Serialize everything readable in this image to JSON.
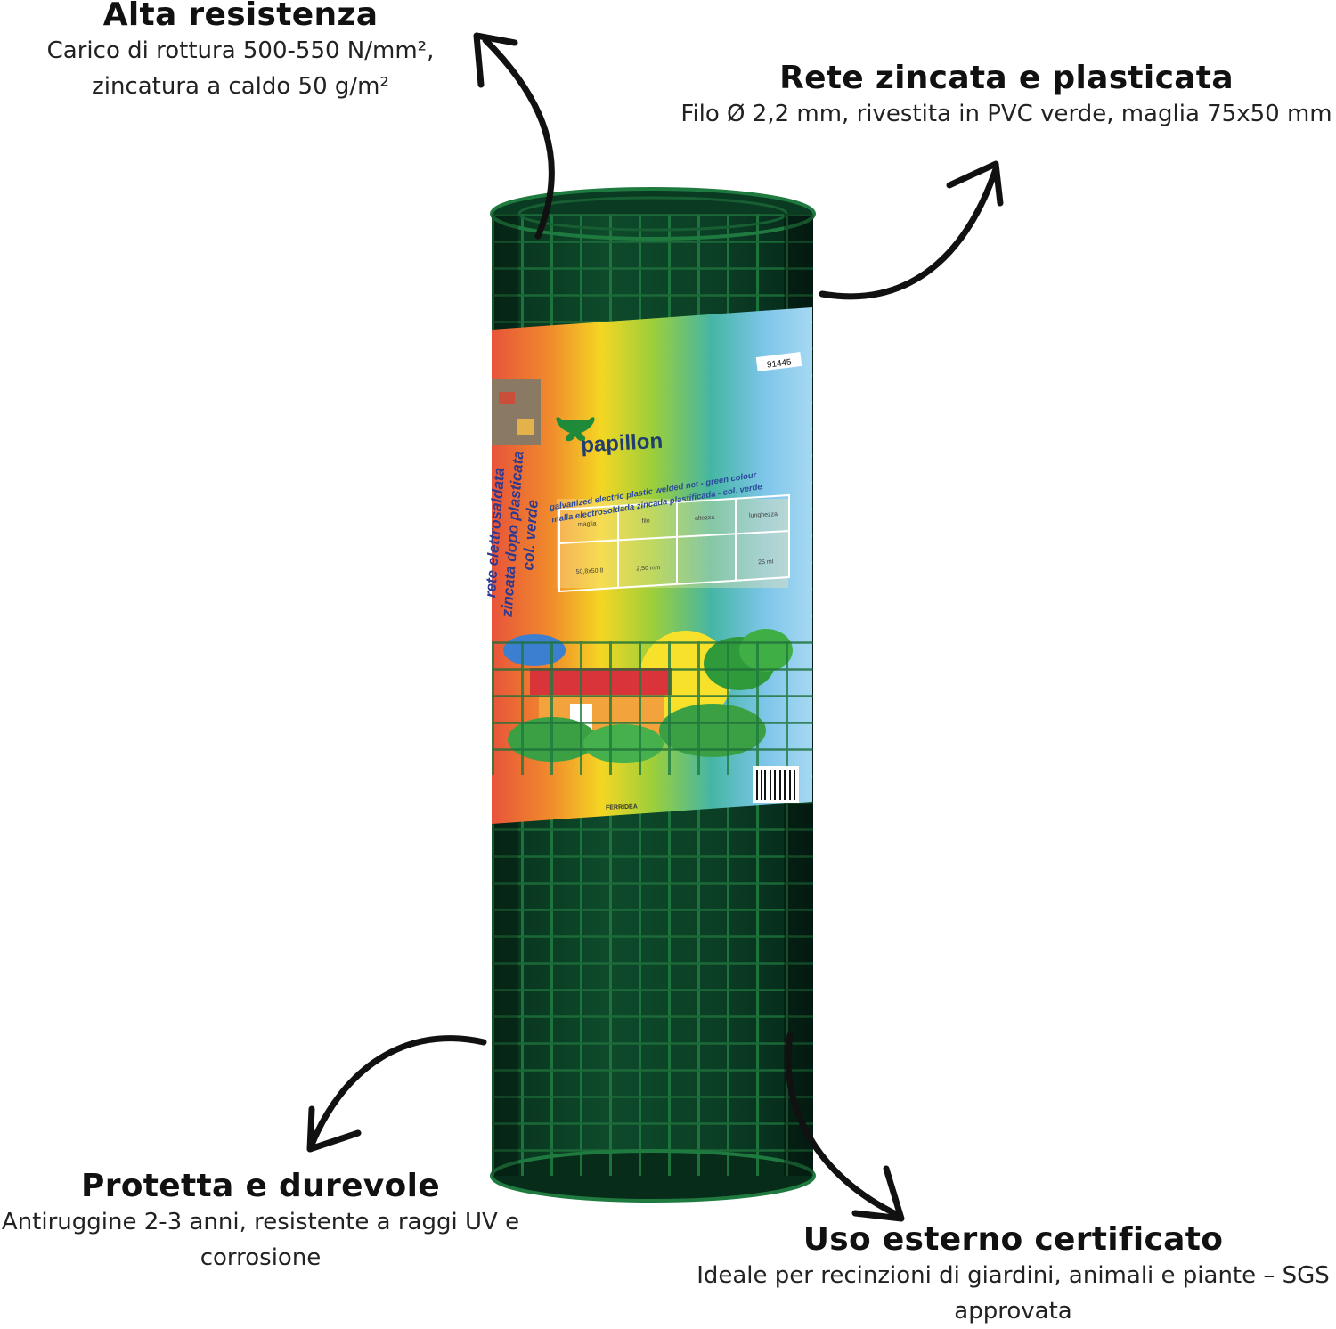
{
  "callouts": {
    "top_left": {
      "title": "Alta resistenza",
      "desc_line1": "Carico di rottura 500-550 N/mm²,",
      "desc_line2": "zincatura a caldo 50 g/m²"
    },
    "top_right": {
      "title": "Rete zincata e plasticata",
      "desc_line1": "Filo Ø 2,2 mm, rivestita in PVC verde, maglia 75x50 mm"
    },
    "bottom_left": {
      "title": "Protetta e durevole",
      "desc_line1": "Antiruggine 2-3 anni, resistente a raggi UV e",
      "desc_line2": "corrosione"
    },
    "bottom_right": {
      "title": "Uso esterno certificato",
      "desc_line1": "Ideale per recinzioni di giardini, animali e piante – SGS",
      "desc_line2": "approvata"
    }
  },
  "label": {
    "code": "91445",
    "brand": "papillon",
    "vertical_line1": "rete elettrosaldata",
    "vertical_line2": "zincata dopo plasticata",
    "vertical_line3": "col. verde",
    "subtitle_en": "galvanized electric plastic welded net - green colour",
    "subtitle_es": "malla electrosoldada zincada plastificada - col. verde",
    "table_headers": [
      "maglia",
      "filo",
      "altezza",
      "lunghezza"
    ],
    "table_values": [
      "50,8x50,8",
      "2,50 mm",
      "",
      "25 ml"
    ],
    "distributor": "FERRIDEA"
  },
  "colors": {
    "mesh_dark": "#0b3d24",
    "mesh_wire": "#1f7a3f",
    "arrow": "#111111"
  }
}
